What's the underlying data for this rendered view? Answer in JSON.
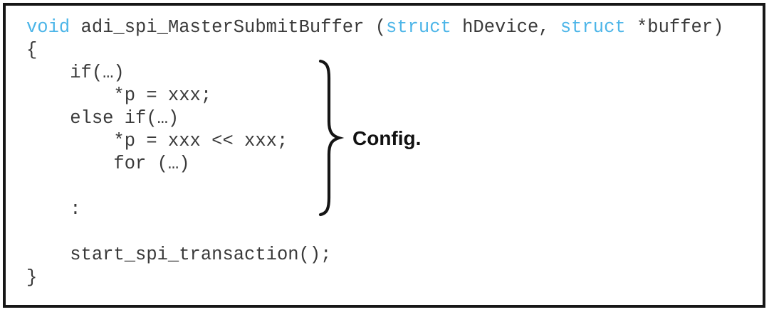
{
  "panel": {
    "description": "code-listing-figure"
  },
  "code": {
    "language_hint": "C pseudocode",
    "lines": [
      {
        "segments": [
          {
            "text": "void",
            "type": "keyword"
          },
          {
            "text": " adi_spi_MasterSubmitBuffer (",
            "type": "plain"
          },
          {
            "text": "struct",
            "type": "keyword"
          },
          {
            "text": " hDevice, ",
            "type": "plain"
          },
          {
            "text": "struct",
            "type": "keyword"
          },
          {
            "text": " *buffer)",
            "type": "plain"
          }
        ]
      },
      {
        "segments": [
          {
            "text": "{",
            "type": "plain"
          }
        ]
      },
      {
        "segments": [
          {
            "text": "    if(…)",
            "type": "plain"
          }
        ]
      },
      {
        "segments": [
          {
            "text": "        *p = xxx;",
            "type": "plain"
          }
        ]
      },
      {
        "segments": [
          {
            "text": "    else if(…)",
            "type": "plain"
          }
        ]
      },
      {
        "segments": [
          {
            "text": "        *p = xxx << xxx;",
            "type": "plain"
          }
        ]
      },
      {
        "segments": [
          {
            "text": "        for (…)",
            "type": "plain"
          }
        ]
      },
      {
        "segments": []
      },
      {
        "segments": [
          {
            "text": "    :",
            "type": "plain"
          }
        ]
      },
      {
        "segments": []
      },
      {
        "segments": [
          {
            "text": "    start_spi_transaction();",
            "type": "plain"
          }
        ]
      },
      {
        "segments": [
          {
            "text": "}",
            "type": "plain"
          }
        ]
      }
    ]
  },
  "annotation": {
    "label": "Config."
  },
  "colors": {
    "bg": "#ffffff",
    "border": "#161616",
    "code_text": "#3a3a3a",
    "keyword": "#4cb5e8",
    "label": "#111111",
    "brace": "#151515"
  }
}
